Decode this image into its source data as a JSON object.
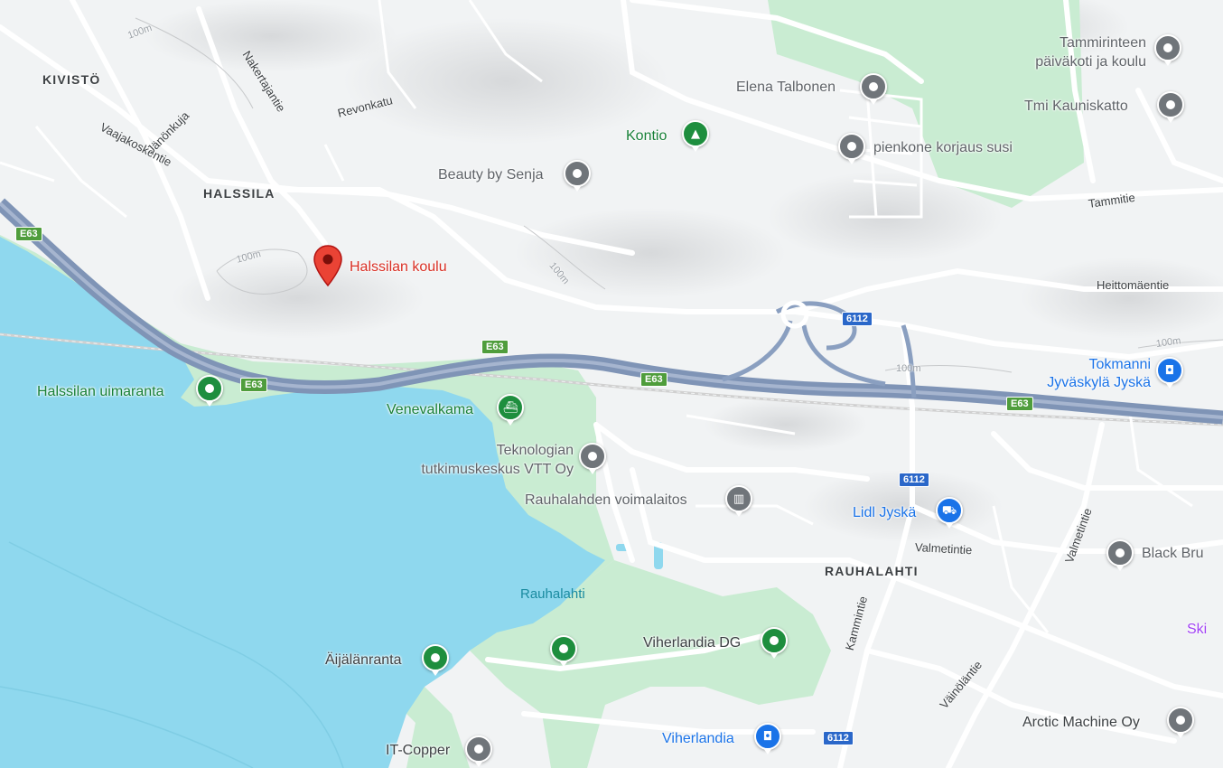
{
  "map": {
    "colors": {
      "water": "#8fd8ee",
      "park": "#c9ecd2",
      "road": "#ffffff",
      "highway": "#8a9fc0",
      "land": "#f1f3f4"
    },
    "selected_place": {
      "name": "Halssilan koulu",
      "icon": "red-location-pin-icon"
    },
    "areas": {
      "kivisto": "KIVISTÖ",
      "halssila": "HALSSILA",
      "rauhalahti": "RAUHALAHTI"
    },
    "water_labels": {
      "rauhalahti": "Rauhalahti"
    },
    "streets": {
      "vaajakoskentie": "Vaajakoskentie",
      "janonkuja": "Jänönkuja",
      "nakertajantie": "Nakertajantie",
      "revonkatu": "Revonkatu",
      "tammitie": "Tammitie",
      "heittomaentie": "Heittomäentie",
      "valmetintie_h": "Valmetintie",
      "valmetintie_v": "Valmetintie",
      "kammintie": "Kammintie",
      "vainolantie": "Väinöläntie"
    },
    "contours": {
      "c1": "100m",
      "c2": "100m",
      "c3": "100m",
      "c4": "100m",
      "c5": "100m"
    },
    "road_shields": {
      "e63_a": "E63",
      "e63_b": "E63",
      "e63_c": "E63",
      "e63_d": "E63",
      "e63_e": "E63",
      "r6112_a": "6112",
      "r6112_b": "6112",
      "r6112_c": "6112"
    },
    "pois": {
      "tammirinteen": {
        "line1": "Tammirinteen",
        "line2": "päiväkoti ja koulu",
        "icon": "place-icon"
      },
      "elena": {
        "name": "Elena Talbonen",
        "icon": "place-icon"
      },
      "tmi": {
        "name": "Tmi Kauniskatto",
        "icon": "place-icon"
      },
      "kontio": {
        "name": "Kontio",
        "icon": "tree-icon"
      },
      "pienkone": {
        "name": "pienkone korjaus susi",
        "icon": "place-icon"
      },
      "beauty": {
        "name": "Beauty by Senja",
        "icon": "place-icon"
      },
      "uimaranta": {
        "name": "Halssilan uimaranta",
        "icon": "park-icon"
      },
      "tokmanni": {
        "line1": "Tokmanni",
        "line2": "Jyväskylä Jyskä",
        "icon": "shopping-bag-icon"
      },
      "venevalkama": {
        "name": "Venevalkama",
        "icon": "boat-icon"
      },
      "vtt": {
        "line1": "Teknologian",
        "line2": "tutkimuskeskus VTT Oy",
        "icon": "place-icon"
      },
      "voimalaitos": {
        "name": "Rauhalahden voimalaitos",
        "icon": "landmark-icon"
      },
      "lidl": {
        "name": "Lidl Jyskä",
        "icon": "shopping-cart-icon"
      },
      "blackbru": {
        "name": "Black Bru",
        "icon": "place-icon"
      },
      "skii": {
        "name": "Ski"
      },
      "viherlandiadg": {
        "name": "Viherlandia DG",
        "icon": "park-icon"
      },
      "aijalanranta": {
        "name": "Äijälänranta",
        "icon": "park-icon"
      },
      "unnamedpark": {
        "icon": "park-icon"
      },
      "arctic": {
        "name": "Arctic Machine Oy",
        "icon": "place-icon"
      },
      "viherlandia": {
        "name": "Viherlandia",
        "icon": "shopping-bag-icon"
      },
      "itcopper": {
        "name": "IT-Copper",
        "icon": "place-icon"
      }
    }
  }
}
